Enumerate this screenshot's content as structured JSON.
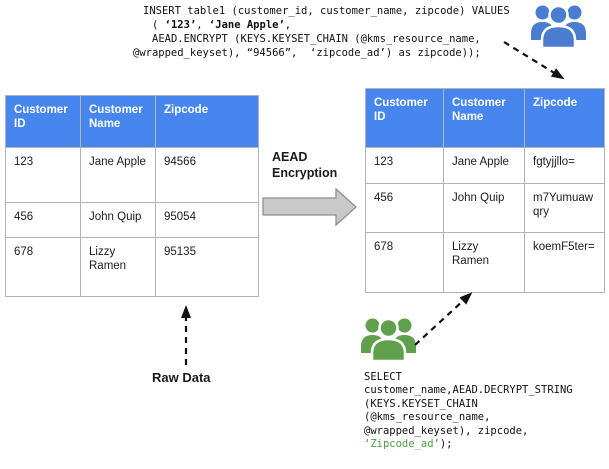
{
  "insert_query": {
    "line1": "INSERT table1 (customer_id, customer_name, zipcode) VALUES",
    "line2_open": "( ",
    "line2_value1": "‘123’",
    "line2_sep": ", ",
    "line2_value2": "‘Jane Apple’",
    "line2_close": ",",
    "line3": "AEAD.ENCRYPT (KEYS.KEYSET_CHAIN (@kms_resource_name,",
    "line4": "@wrapped_keyset), “94566”,  ‘zipcode_ad’) as zipcode));"
  },
  "left_table": {
    "headers": [
      "Customer ID",
      "Customer Name",
      "Zipcode"
    ],
    "rows": [
      [
        "123",
        "Jane Apple",
        "94566"
      ],
      [
        "456",
        "John Quip",
        "95054"
      ],
      [
        "678",
        "Lizzy Ramen",
        "95135"
      ]
    ]
  },
  "right_table": {
    "headers": [
      "Customer ID",
      "Customer Name",
      "Zipcode"
    ],
    "rows": [
      [
        "123",
        "Jane Apple",
        "fgtyjjllo="
      ],
      [
        "456",
        "John Quip",
        "m7Yumuawqry"
      ],
      [
        "678",
        "Lizzy Ramen",
        "koemF5ter="
      ]
    ]
  },
  "labels": {
    "encryption_line1": "AEAD",
    "encryption_line2": "Encryption",
    "raw_data": "Raw Data"
  },
  "select_query": {
    "line1": "SELECT",
    "line2": "customer_name,AEAD.DECRYPT_STRING",
    "line3": "(KEYS.KEYSET_CHAIN",
    "line4": "(@kms_resource_name,",
    "line5": "@wrapped_keyset), zipcode,",
    "line6_green": "‘Zipcode_ad’",
    "line6_rest": ");"
  },
  "icons": {
    "insert_users": "users-group-icon",
    "select_users": "users-group-icon"
  },
  "colors": {
    "table_header_blue": "#4786EF",
    "users_icon_blue": "#4A7CD0",
    "users_icon_green": "#5FA04C",
    "code_literal_green": "#4BA043",
    "block_arrow_gray": "#C9C9C9",
    "dashed_arrow_black": "#111111"
  }
}
